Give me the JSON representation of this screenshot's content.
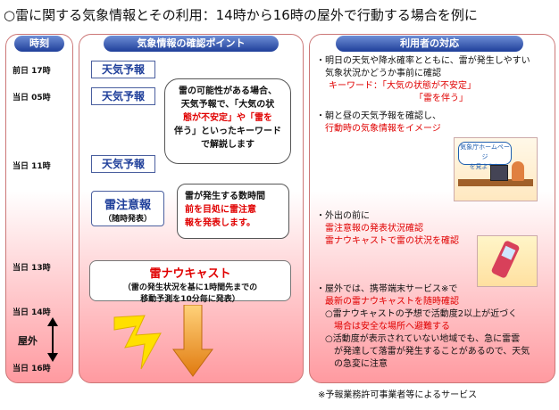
{
  "title": "○雷に関する気象情報とその利用：14時から16時の屋外で行動する場合を例に",
  "left": {
    "header": "時刻",
    "times": [
      "前日 17時",
      "当日 05時",
      "当日 11時",
      "当日 13時",
      "当日 14時",
      "当日 16時"
    ],
    "outdoor": "屋外"
  },
  "middle": {
    "header": "気象情報の確認ポイント",
    "forecast": "天気予報",
    "bubble1": [
      "雷の可能性がある場合、",
      "天気予報で、「大気の状",
      "態が不安定」や「雷を",
      "伴う」といったキーワード",
      "で解説します"
    ],
    "warning_title": "雷注意報",
    "warning_sub": "（随時発表）",
    "bubble2": [
      "雷が発生する数時間",
      "前を目処に雷注意",
      "報を発表します。"
    ],
    "nowcast_title": "雷ナウキャスト",
    "nowcast_desc1": "（雷の発生状況を基に1時間先までの",
    "nowcast_desc2": "移動予測を10分毎に発表）"
  },
  "right": {
    "header": "利用者の対応",
    "block1": [
      "・明日の天気や降水確率とともに、雷が発生しやすい",
      "　気象状況かどうか事前に確認"
    ],
    "block1_kw1": "キーワード：「大気の状態が不安定」",
    "block1_kw2": "「雷を伴う」",
    "block2": [
      "・朝と昼の天気予報を確認し、",
      "　行動時の気象情報をイメージ"
    ],
    "sign": [
      "気象庁ホームページ",
      "を見よう！"
    ],
    "block3": [
      "・外出の前に"
    ],
    "block3_red": [
      "　雷注意報の発表状況確認",
      "　雷ナウキャストで雷の状況を確認"
    ],
    "block4a": "・屋外では、携帯端末サービス※で",
    "block4b": "　最新の雷ナウキャストを随時確認",
    "block4c": [
      "　○雷ナウキャストの予想で活動度2以上が近づく",
      "　　場合は安全な場所へ避難する"
    ],
    "block4d": [
      "　○活動度が表示されていない地域でも、急に雷雲",
      "　　が発達して落雷が発生することがあるので、天気",
      "　　の急変に注意"
    ]
  },
  "footnote": "※予報業務許可事業者等によるサービス",
  "colors": {
    "red": "#e00000",
    "navy": "#1f3f9a",
    "pink": "#ff9aa0"
  }
}
